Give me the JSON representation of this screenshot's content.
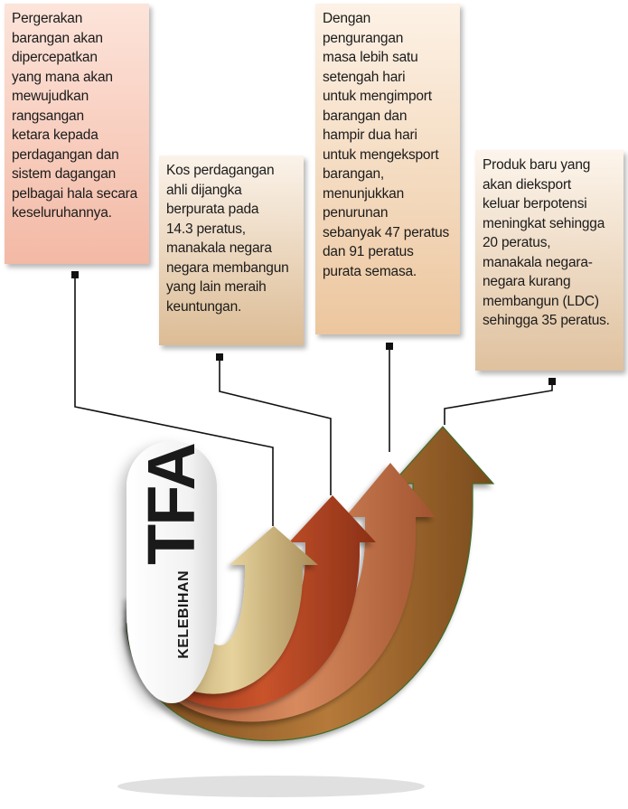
{
  "diagram": {
    "center": {
      "subtitle": "KELEBIHAN",
      "title": "TFA"
    },
    "boxes": [
      {
        "id": "box1",
        "text": "Pergerakan\nbarangan akan\ndipercepatkan\nyang mana akan\nmewujudkan\nrangsangan\nketara kepada\nperdagangan dan\nsistem dagangan\npelbagai hala secara\nkeseluruhannya.",
        "color": "#f3b9a5"
      },
      {
        "id": "box2",
        "text": "Kos perdagangan\nahli dijangka\nberpurata pada\n14.3 peratus,\nmanakala negara\nnegara membangun\nyang lain meraih\nkeuntungan.",
        "color": "#dcbc95"
      },
      {
        "id": "box3",
        "text": "Dengan\npengurangan\nmasa lebih satu\nsetengah hari\nuntuk mengimport\nbarangan dan\nhampir dua hari\nuntuk mengeksport\nbarangan,\nmenunjukkan\npenurunan\nsebanyak 47 peratus\ndan 91 peratus\npurata semasa.",
        "color": "#ecc69e"
      },
      {
        "id": "box4",
        "text": "Produk baru yang\nakan dieksport\nkeluar berpotensi\nmeningkat sehingga\n20 peratus,\nmanakala negara-\nnegara kurang\nmembangun (LDC)\nsehingga 35 peratus.",
        "color": "#dfc19e"
      }
    ],
    "arrow_colors": [
      "#c9b07a",
      "#b5462a",
      "#c8734f",
      "#a06a2e"
    ]
  }
}
